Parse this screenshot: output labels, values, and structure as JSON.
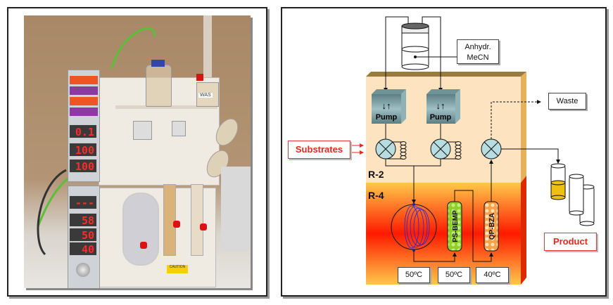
{
  "photo": {
    "displays_upper": [
      "0.1",
      "100",
      "100"
    ],
    "displays_lower": [
      "---",
      "58",
      "50",
      "40"
    ],
    "waste_bottle_label": "WAS",
    "caution_label": "CAUTION"
  },
  "diagram": {
    "solvent_label": "Anhydr.\nMeCN",
    "solvent_line1": "Anhydr.",
    "solvent_line2": "MeCN",
    "pump1_label": "Pump",
    "pump2_label": "Pump",
    "substrates_label": "Substrates",
    "waste_label": "Waste",
    "product_label": "Product",
    "module_top_label": "R-2",
    "module_bottom_label": "R-4",
    "column1_label": "PS-BEMP",
    "column2_label": "QP-BZA",
    "temperatures": [
      "50ºC",
      "50ºC",
      "40ºC"
    ],
    "colors": {
      "r2": "#fde3bf",
      "r4_hot": "#ff1a00",
      "r4_warm": "#ffc84a",
      "accent_red": "#e8261b",
      "coil": "#2222dd"
    }
  }
}
